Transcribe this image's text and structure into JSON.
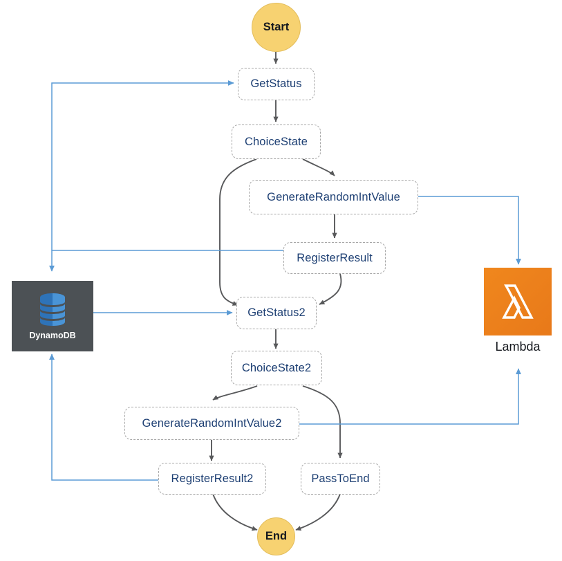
{
  "diagram": {
    "title": "AWS Step Functions state machine",
    "type": "state-machine-flow",
    "colors": {
      "terminal_fill": "#f7d271",
      "state_border": "#a6a6a6",
      "state_text": "#1d3f73",
      "flow_arrow": "#58595b",
      "service_arrow": "#5b9bd5",
      "dynamodb_tile": "#4c5155",
      "dynamodb_icon": "#2e73b8",
      "lambda_tile": "#ed7d1a",
      "lambda_icon": "#ffffff"
    }
  },
  "nodes": {
    "start": {
      "label": "Start",
      "kind": "terminal"
    },
    "get_status": {
      "label": "GetStatus",
      "kind": "task"
    },
    "choice_state": {
      "label": "ChoiceState",
      "kind": "choice"
    },
    "generate_random_int_value": {
      "label": "GenerateRandomIntValue",
      "kind": "task"
    },
    "register_result": {
      "label": "RegisterResult",
      "kind": "task"
    },
    "get_status_2": {
      "label": "GetStatus2",
      "kind": "task"
    },
    "choice_state_2": {
      "label": "ChoiceState2",
      "kind": "choice"
    },
    "generate_random_int_value_2": {
      "label": "GenerateRandomIntValue2",
      "kind": "task"
    },
    "register_result_2": {
      "label": "RegisterResult2",
      "kind": "task"
    },
    "pass_to_end": {
      "label": "PassToEnd",
      "kind": "task"
    },
    "end": {
      "label": "End",
      "kind": "terminal"
    }
  },
  "services": {
    "dynamodb": {
      "label": "DynamoDB",
      "icon": "dynamodb-database-icon"
    },
    "lambda": {
      "label": "Lambda",
      "icon": "lambda-function-icon"
    }
  },
  "edges": [
    {
      "from": "Start",
      "to": "GetStatus",
      "style": "flow"
    },
    {
      "from": "GetStatus",
      "to": "ChoiceState",
      "style": "flow"
    },
    {
      "from": "ChoiceState",
      "to": "GenerateRandomIntValue",
      "style": "flow"
    },
    {
      "from": "ChoiceState",
      "to": "GetStatus2",
      "style": "flow"
    },
    {
      "from": "GenerateRandomIntValue",
      "to": "RegisterResult",
      "style": "flow"
    },
    {
      "from": "RegisterResult",
      "to": "GetStatus2",
      "style": "flow"
    },
    {
      "from": "GetStatus2",
      "to": "ChoiceState2",
      "style": "flow"
    },
    {
      "from": "ChoiceState2",
      "to": "GenerateRandomIntValue2",
      "style": "flow"
    },
    {
      "from": "ChoiceState2",
      "to": "PassToEnd",
      "style": "flow"
    },
    {
      "from": "GenerateRandomIntValue2",
      "to": "RegisterResult2",
      "style": "flow"
    },
    {
      "from": "RegisterResult2",
      "to": "End",
      "style": "flow"
    },
    {
      "from": "PassToEnd",
      "to": "End",
      "style": "flow"
    },
    {
      "from": "GenerateRandomIntValue",
      "to": "Lambda",
      "style": "service"
    },
    {
      "from": "GenerateRandomIntValue2",
      "to": "Lambda",
      "style": "service"
    },
    {
      "from": "RegisterResult",
      "to": "DynamoDB",
      "style": "service"
    },
    {
      "from": "RegisterResult",
      "to": "GetStatus",
      "style": "service"
    },
    {
      "from": "RegisterResult2",
      "to": "DynamoDB",
      "style": "service"
    },
    {
      "from": "DynamoDB",
      "to": "GetStatus2",
      "style": "service"
    }
  ]
}
